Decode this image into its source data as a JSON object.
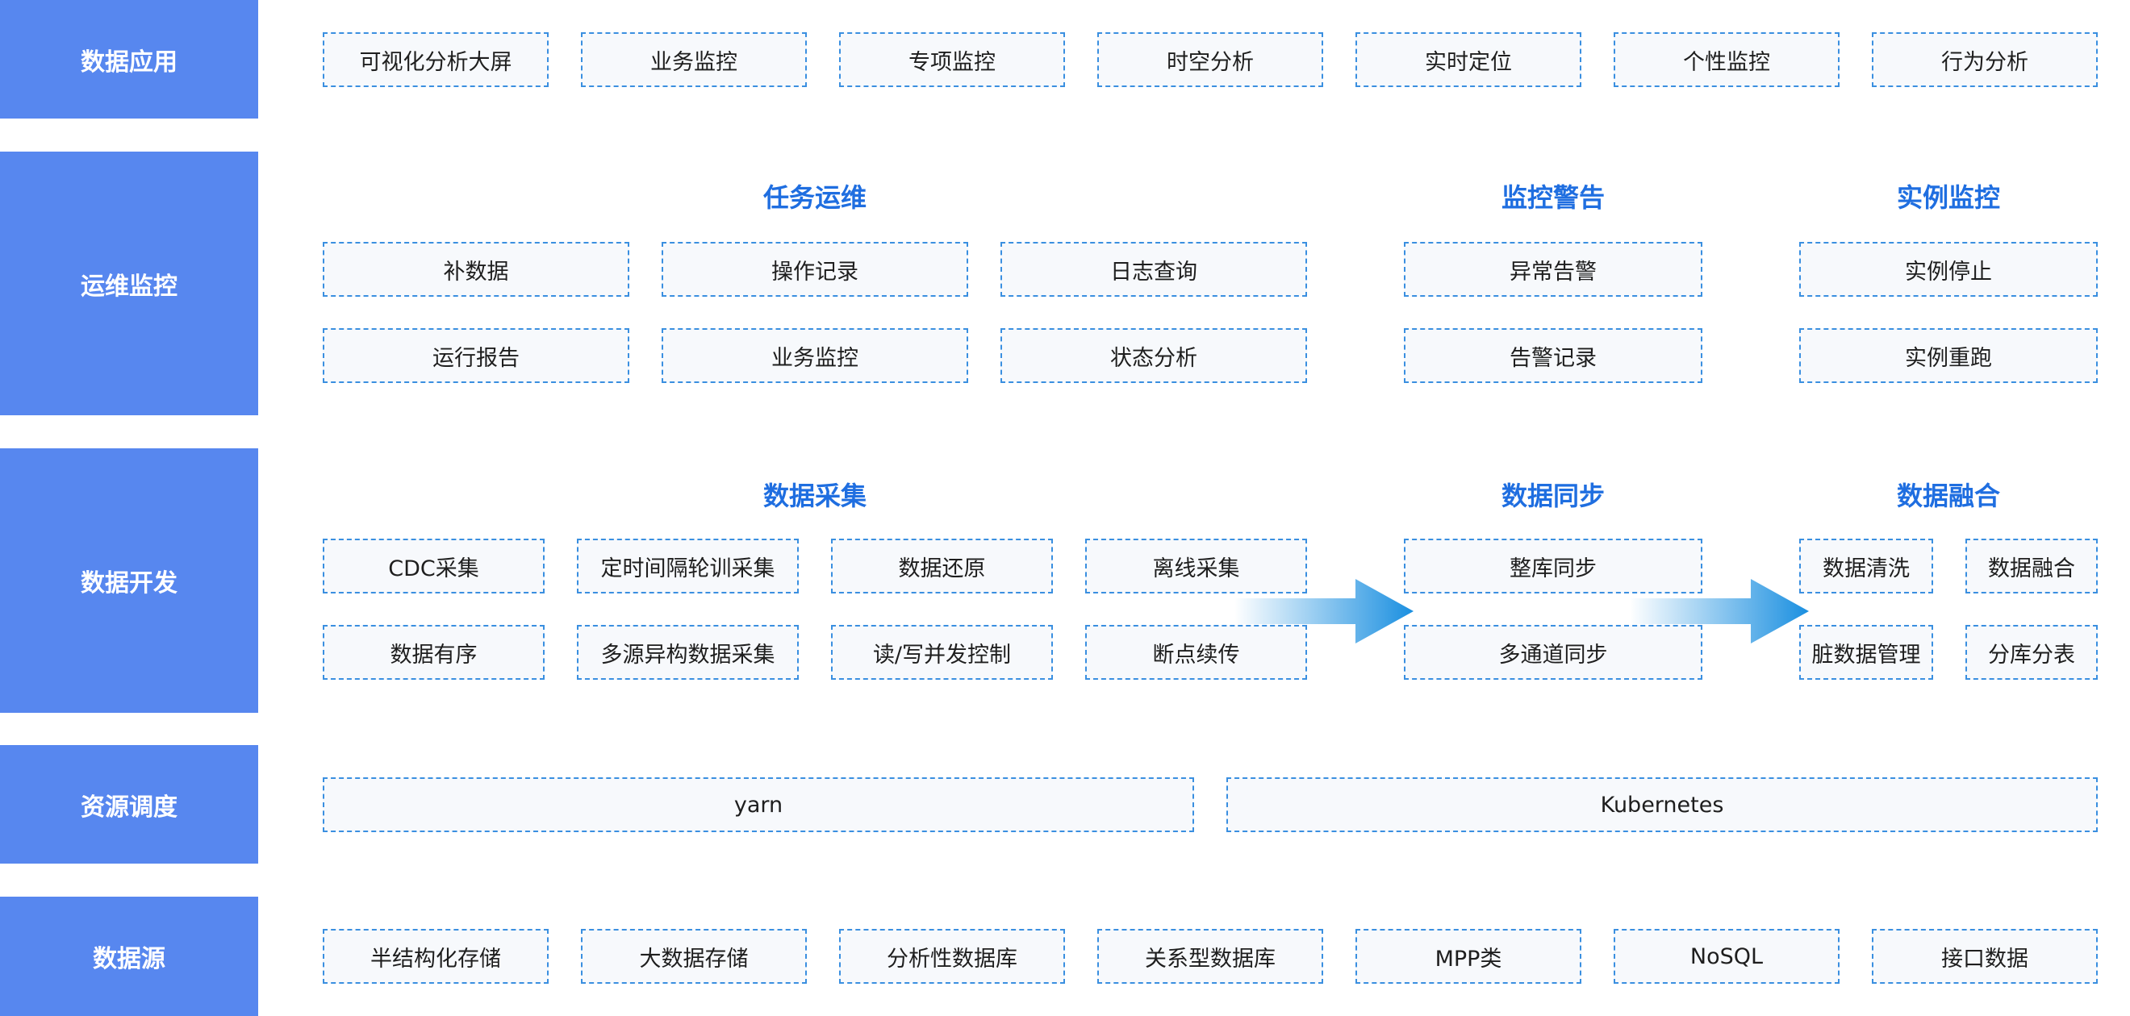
{
  "rows": {
    "app": {
      "label": "数据应用"
    },
    "ops": {
      "label": "运维监控"
    },
    "dev": {
      "label": "数据开发"
    },
    "res": {
      "label": "资源调度"
    },
    "src": {
      "label": "数据源"
    }
  },
  "app": {
    "items": [
      "可视化分析大屏",
      "业务监控",
      "专项监控",
      "时空分析",
      "实时定位",
      "个性监控",
      "行为分析"
    ]
  },
  "ops": {
    "task": {
      "title": "任务运维",
      "items": [
        "补数据",
        "操作记录",
        "日志查询",
        "运行报告",
        "业务监控",
        "状态分析"
      ]
    },
    "alert": {
      "title": "监控警告",
      "items": [
        "异常告警",
        "告警记录"
      ]
    },
    "instance": {
      "title": "实例监控",
      "items": [
        "实例停止",
        "实例重跑"
      ]
    }
  },
  "dev": {
    "collect": {
      "title": "数据采集",
      "items": [
        "CDC采集",
        "定时间隔轮训采集",
        "数据还原",
        "离线采集",
        "数据有序",
        "多源异构数据采集",
        "读/写并发控制",
        "断点续传"
      ]
    },
    "sync": {
      "title": "数据同步",
      "items": [
        "整库同步",
        "多通道同步"
      ]
    },
    "fusion": {
      "title": "数据融合",
      "items": [
        "数据清洗",
        "数据融合",
        "脏数据管理",
        "分库分表"
      ]
    }
  },
  "res": {
    "items": [
      "yarn",
      "Kubernetes"
    ]
  },
  "src": {
    "items": [
      "半结构化存储",
      "大数据存储",
      "分析性数据库",
      "关系型数据库",
      "MPP类",
      "NoSQL",
      "接口数据"
    ]
  },
  "colors": {
    "label_bg": "#5787ef",
    "title": "#1f6ee0",
    "box_border": "#3a8fe0",
    "arrow": "#1a8fe0"
  },
  "icons": [
    "flow-arrow-icon"
  ]
}
